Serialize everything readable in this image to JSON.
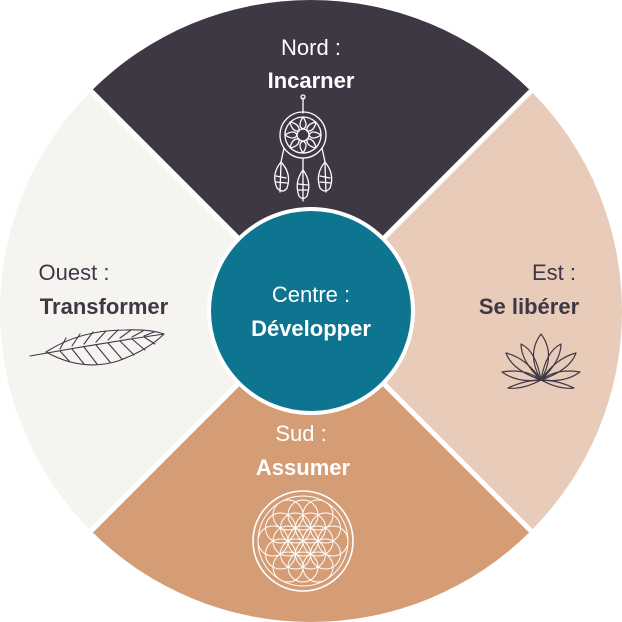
{
  "colors": {
    "north": "#3e3845",
    "east": "#e8cbb9",
    "south": "#d49d75",
    "west": "#f5f4f1",
    "center": "#0d7590",
    "dark_text": "#3e3845",
    "light_text": "#ffffff"
  },
  "north": {
    "title": "Nord :",
    "word": "Incarner",
    "icon": "dreamcatcher-icon"
  },
  "east": {
    "title": "Est :",
    "word": "Se libérer",
    "icon": "lotus-icon"
  },
  "south": {
    "title": "Sud :",
    "word": "Assumer",
    "icon": "flower-of-life-icon"
  },
  "west": {
    "title": "Ouest :",
    "word": "Transformer",
    "icon": "feather-icon"
  },
  "center": {
    "title": "Centre :",
    "word": "Développer"
  }
}
